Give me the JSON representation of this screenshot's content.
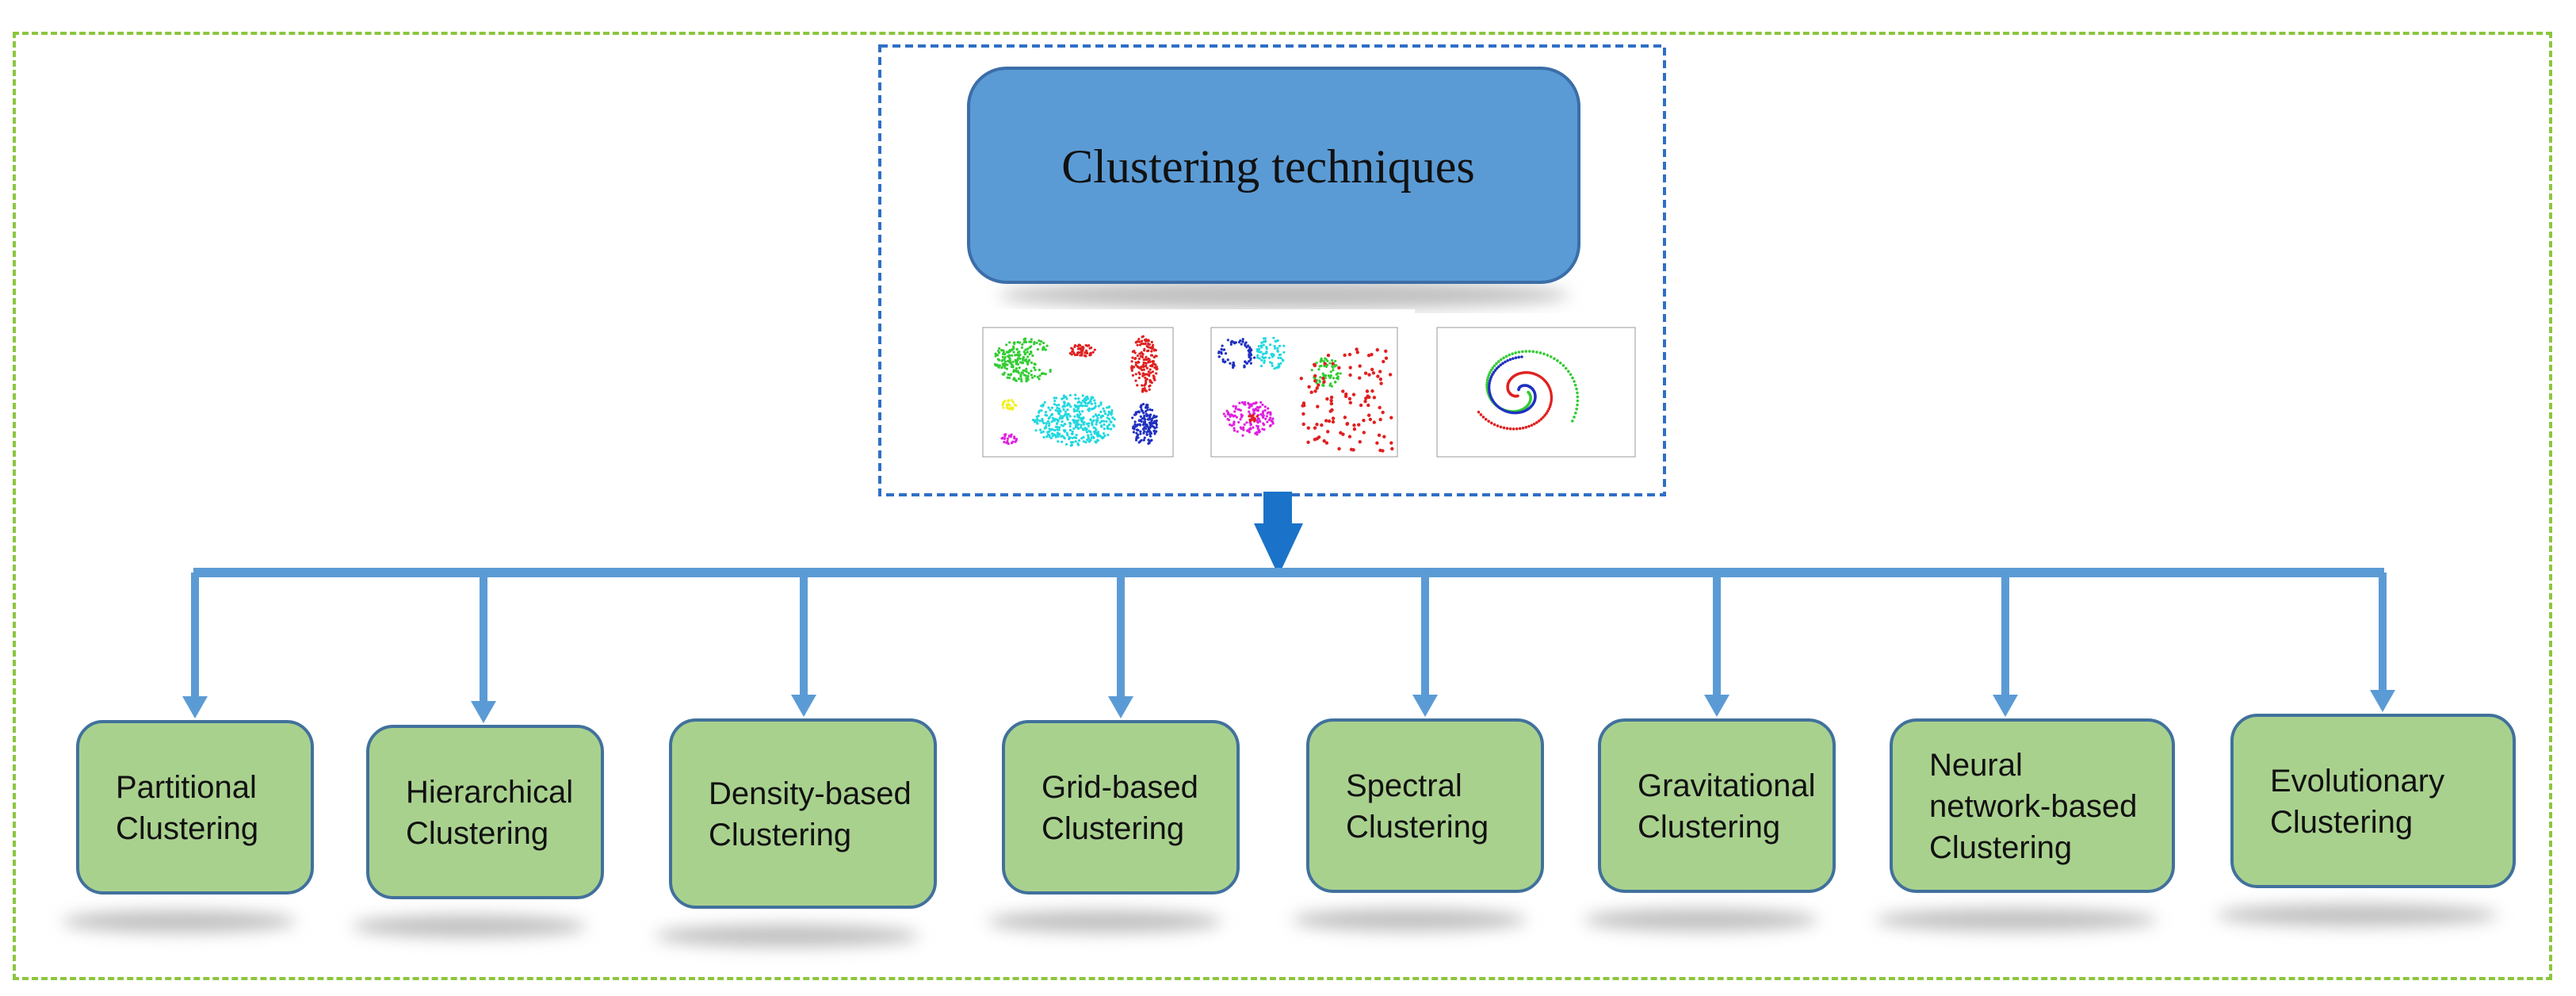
{
  "root": {
    "label": "Clustering techniques"
  },
  "illustration": {
    "panels": [
      {
        "title": "",
        "xlabel": "",
        "ylabel": ""
      },
      {
        "title": "",
        "xlabel": "",
        "ylabel": ""
      },
      {
        "title": "",
        "xlabel": "",
        "ylabel": ""
      }
    ]
  },
  "categories": [
    {
      "lines": [
        "Partitional",
        "Clustering"
      ]
    },
    {
      "lines": [
        "Hierarchical",
        "Clustering"
      ]
    },
    {
      "lines": [
        "Density-based",
        "Clustering"
      ]
    },
    {
      "lines": [
        "Grid-based",
        "Clustering"
      ]
    },
    {
      "lines": [
        "Spectral",
        "Clustering"
      ]
    },
    {
      "lines": [
        "Gravitational",
        "Clustering"
      ]
    },
    {
      "lines": [
        "Neural",
        "network-based",
        "Clustering"
      ]
    },
    {
      "lines": [
        "Evolutionary",
        "Clustering"
      ]
    }
  ],
  "colors": {
    "frame_border": "#8cc63f",
    "root_border": "#2f6fc6",
    "root_fill": "#5b9bd5",
    "root_stroke": "#3b6ea8",
    "connector": "#5b9bd5",
    "main_arrow": "#1a73c8",
    "node_fill": "#a9d18e",
    "node_stroke": "#41719c",
    "shadow": "#bfbfbf",
    "cluster_green": "#33cc33",
    "cluster_red": "#e02020",
    "cluster_cyan": "#20d8e0",
    "cluster_blue": "#2030c0",
    "cluster_magenta": "#e020e0",
    "cluster_yellow": "#f0f020"
  }
}
